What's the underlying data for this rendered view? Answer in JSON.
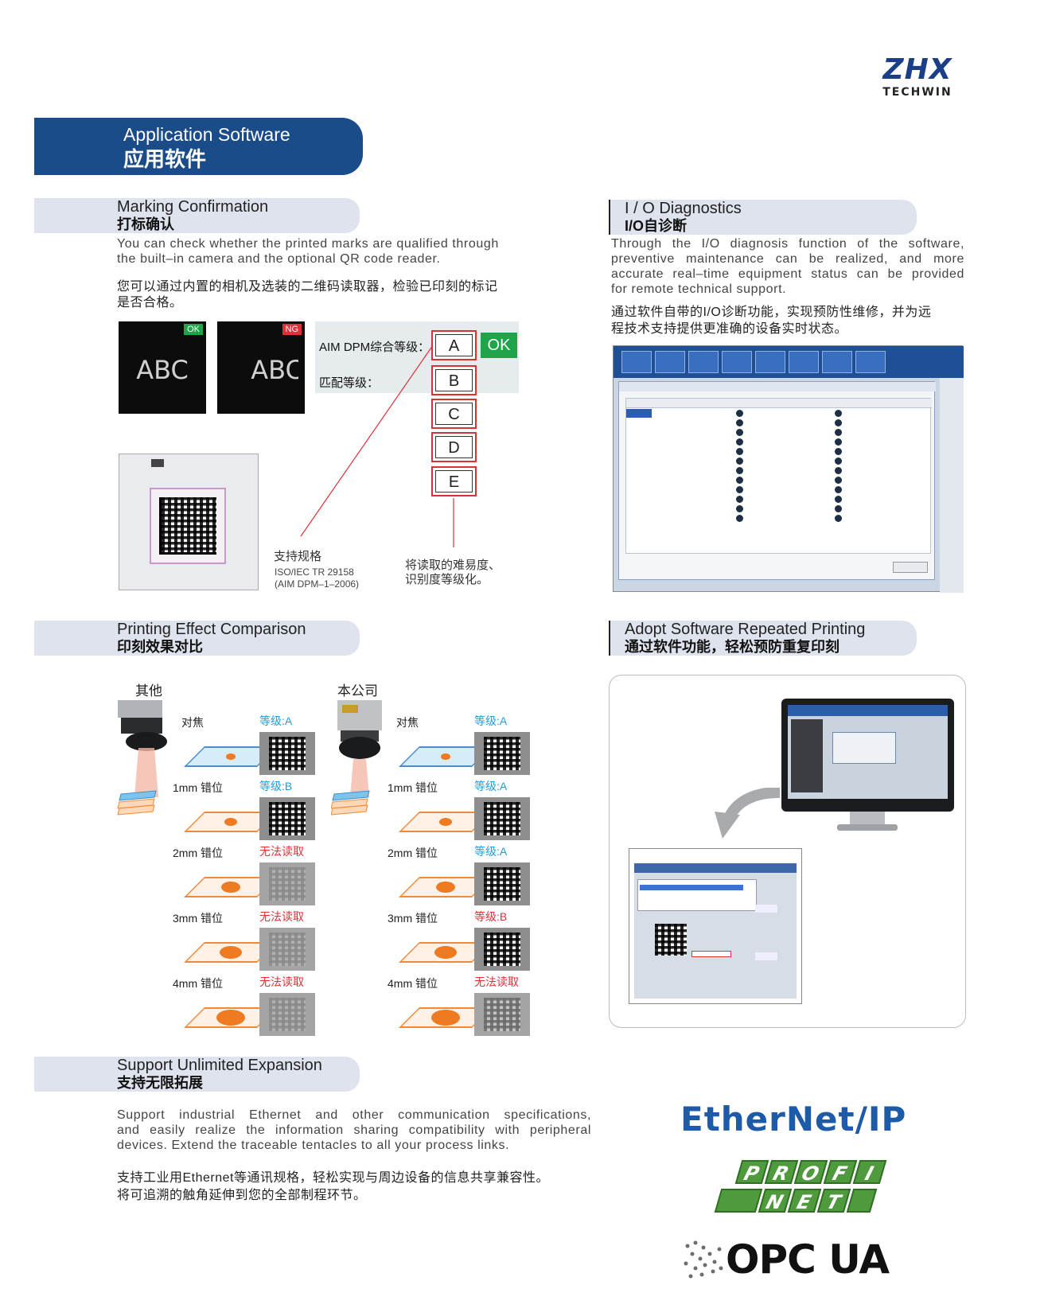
{
  "brand": {
    "logo_main": "ZHX",
    "logo_sub": "TECHWIN"
  },
  "header": {
    "title_en": "Application Software",
    "title_cn": "应用软件"
  },
  "marking": {
    "title_en": "Marking Confirmation",
    "title_cn": "打标确认",
    "desc_en_1": "You can check whether the printed marks are qualified through",
    "desc_en_2": "the built–in camera and the optional QR code reader.",
    "desc_cn_1": "您可以通过内置的相机及选装的二维码读取器，检验已印刻的标记",
    "desc_cn_2": "是否合格。",
    "cam_ok": {
      "text": "ABC",
      "tag": "OK"
    },
    "cam_ng": {
      "text": "ABC",
      "tag": "NG"
    },
    "label_aim": "AIM DPM综合等级：",
    "label_match": "匹配等级：",
    "grades": [
      "A",
      "B",
      "C",
      "D",
      "E"
    ],
    "ok_badge": "OK",
    "spec_cn": "支持规格",
    "spec_en_1": "ISO/IEC TR 29158",
    "spec_en_2": "(AIM DPM–1–2006)",
    "grade_note_1": "将读取的难易度、",
    "grade_note_2": "识别度等级化。"
  },
  "io": {
    "title_en": "I / O Diagnostics",
    "title_cn": "I/O自诊断",
    "desc_en_1": "Through the I/O diagnosis function of the software,",
    "desc_en_2": "preventive maintenance can be realized, and more",
    "desc_en_3": "accurate real–time equipment status can be provided",
    "desc_en_4": "for remote technical support.",
    "desc_cn_1": "通过软件自带的I/O诊断功能，实现预防性维修，并为远",
    "desc_cn_2": "程技术支持提供更准确的设备实时状态。"
  },
  "printing": {
    "title_en": "Printing Effect Comparison",
    "title_cn": "印刻效果对比",
    "others_label": "其他",
    "ours_label": "本公司",
    "others": [
      {
        "offset": "对焦",
        "grade": "等级:A",
        "status": "ok"
      },
      {
        "offset": "1mm 错位",
        "grade": "等级:B",
        "status": "ok"
      },
      {
        "offset": "2mm 错位",
        "grade": "无法读取",
        "status": "fail"
      },
      {
        "offset": "3mm 错位",
        "grade": "无法读取",
        "status": "fail"
      },
      {
        "offset": "4mm 错位",
        "grade": "无法读取",
        "status": "fail"
      }
    ],
    "ours": [
      {
        "offset": "对焦",
        "grade": "等级:A",
        "status": "ok"
      },
      {
        "offset": "1mm 错位",
        "grade": "等级:A",
        "status": "ok"
      },
      {
        "offset": "2mm 错位",
        "grade": "等级:A",
        "status": "ok"
      },
      {
        "offset": "3mm 错位",
        "grade": "等级:B",
        "status": "warn"
      },
      {
        "offset": "4mm 错位",
        "grade": "无法读取",
        "status": "fail"
      }
    ]
  },
  "repeat": {
    "title_en": "Adopt Software Repeated Printing",
    "title_cn": "通过软件功能，轻松预防重复印刻"
  },
  "expansion": {
    "title_en": "Support Unlimited Expansion",
    "title_cn": "支持无限拓展",
    "desc_en_1": "Support industrial Ethernet and other communication specifications,",
    "desc_en_2": "and easily realize the information sharing compatibility with peripheral",
    "desc_en_3": "devices. Extend the traceable tentacles to all your process links.",
    "desc_cn_1": "支持工业用Ethernet等通讯规格，轻松实现与周边设备的信息共享兼容性。",
    "desc_cn_2": "将可追溯的触角延伸到您的全部制程环节。",
    "logo_ethernet": "EtherNet/IP",
    "logo_profi": [
      "P",
      "R",
      "O",
      "F",
      "I"
    ],
    "logo_net": [
      "N",
      "E",
      "T"
    ],
    "logo_opc": "OPC UA"
  },
  "colors": {
    "brand_blue": "#1b4c8a",
    "section_bg": "#dfe3ee",
    "ok_green": "#1fa449",
    "grade_blue": "#1e9ed8",
    "fail_red": "#e0303a",
    "plate_orange": "#ee8a3a"
  }
}
